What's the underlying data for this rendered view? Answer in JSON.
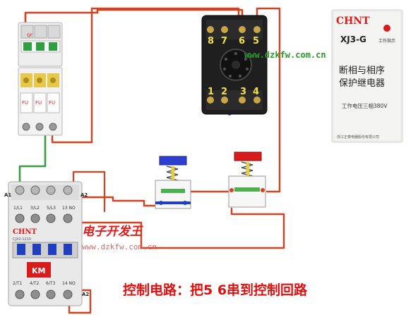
{
  "breaker": {
    "brand_mark": "QF",
    "fuse_labels": [
      "FU",
      "FU",
      "FU"
    ]
  },
  "relay_socket": {
    "terminals_top": [
      "8",
      "7",
      "6",
      "5"
    ],
    "terminals_bottom": [
      "1",
      "2",
      "3",
      "4"
    ]
  },
  "relay_module": {
    "brand": "CHNT",
    "model": "XJ3-G",
    "indicator_label": "工作指示",
    "name_line1": "断相与相序",
    "name_line2": "保护继电器",
    "voltage_note": "工作电压三相380V",
    "maker_note": "浙江正泰电器股份有限公司"
  },
  "watermark_top": "www.dzkfw.com.cn",
  "contactor": {
    "brand": "CHNT",
    "model": "CJX2-1210",
    "km_label": "KM",
    "coil_a1": "A1",
    "coil_a2": "A2",
    "coil_a2_bottom": "A2",
    "top_terminals": [
      "1/L1",
      "3/L2",
      "5/L3",
      "13 NO"
    ],
    "bottom_terminals": [
      "2/T1",
      "4/T2",
      "6/T3",
      "14 NO"
    ]
  },
  "site_brand": {
    "title": "电子开发王",
    "url": "www.dzkfw.com.cn"
  },
  "caption": "控制电路：把5 6串到控制回路",
  "colors": {
    "wire_red": "#d8401e",
    "wire_green": "#3a9a46",
    "stop_button": "#2e3fd0",
    "start_button": "#d81b1b",
    "brand_red": "#e21a1a",
    "caption_red": "#e01010"
  }
}
